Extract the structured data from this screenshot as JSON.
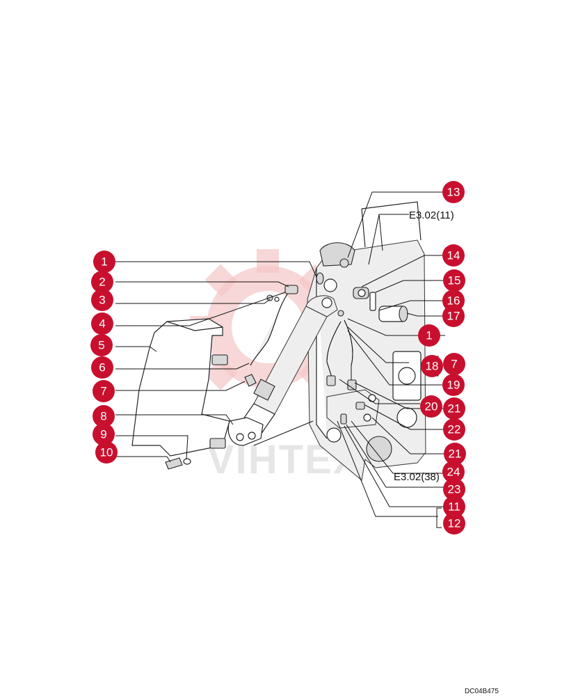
{
  "watermark": {
    "text": "VIHTEX",
    "gear_color": "#f3c6c6"
  },
  "balloon_color": "#c8102e",
  "balloons": [
    {
      "label": "1"
    },
    {
      "label": "2"
    },
    {
      "label": "3"
    },
    {
      "label": "4"
    },
    {
      "label": "5"
    },
    {
      "label": "6"
    },
    {
      "label": "7"
    },
    {
      "label": "8"
    },
    {
      "label": "9"
    },
    {
      "label": "10"
    },
    {
      "label": "13"
    },
    {
      "label": "14"
    },
    {
      "label": "15"
    },
    {
      "label": "16"
    },
    {
      "label": "17"
    },
    {
      "label": "1"
    },
    {
      "label": "18"
    },
    {
      "label": "7"
    },
    {
      "label": "19"
    },
    {
      "label": "20"
    },
    {
      "label": "21"
    },
    {
      "label": "22"
    },
    {
      "label": "21"
    },
    {
      "label": "24"
    },
    {
      "label": "23"
    },
    {
      "label": "11"
    },
    {
      "label": "12"
    }
  ],
  "references": [
    {
      "text": "E3.02(11)"
    },
    {
      "text": "E3.02(38)"
    }
  ],
  "drawing_code": "DC04B475"
}
